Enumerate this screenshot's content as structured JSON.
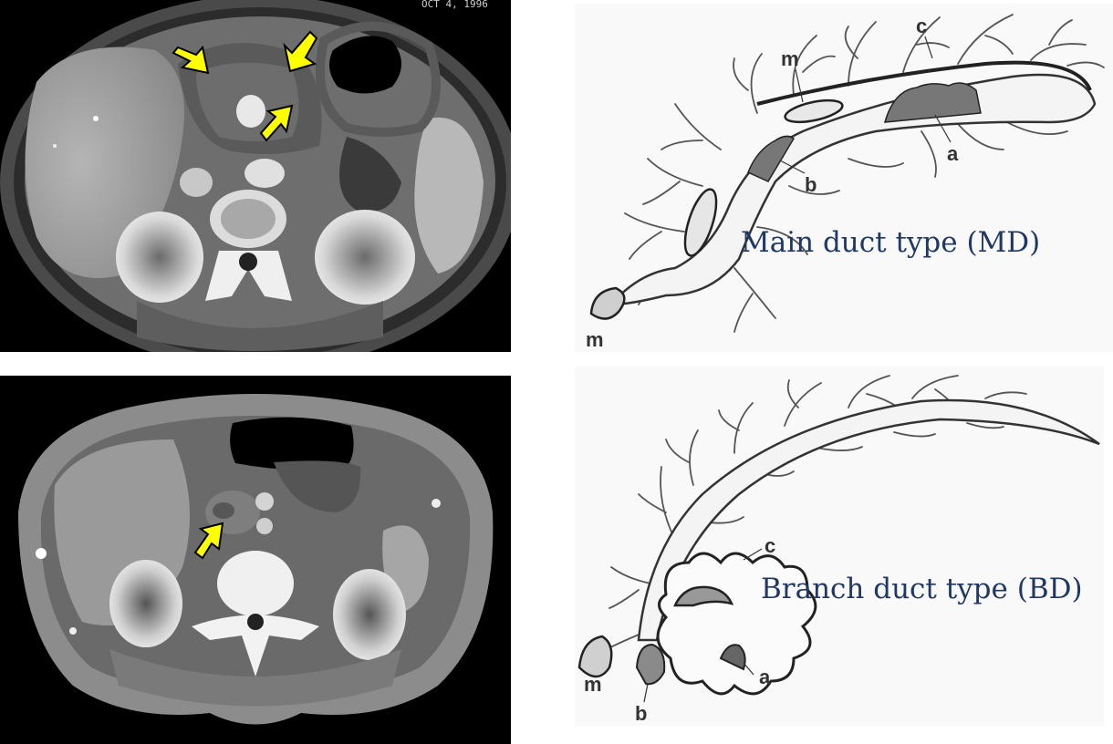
{
  "ct_top": {
    "timestamp": "OCT 4, 1996"
  },
  "diagram_md": {
    "caption": "Main duct type (MD)",
    "labels": {
      "m_upper": "m",
      "c": "c",
      "a": "a",
      "b": "b",
      "m_lower": "m"
    }
  },
  "diagram_bd": {
    "caption": "Branch duct type (BD)",
    "labels": {
      "c": "c",
      "m": "m",
      "b": "b",
      "a": "a"
    }
  },
  "colors": {
    "arrow_fill": "#ffff00",
    "caption_text": "#1f3864",
    "ct_background": "#000000"
  }
}
